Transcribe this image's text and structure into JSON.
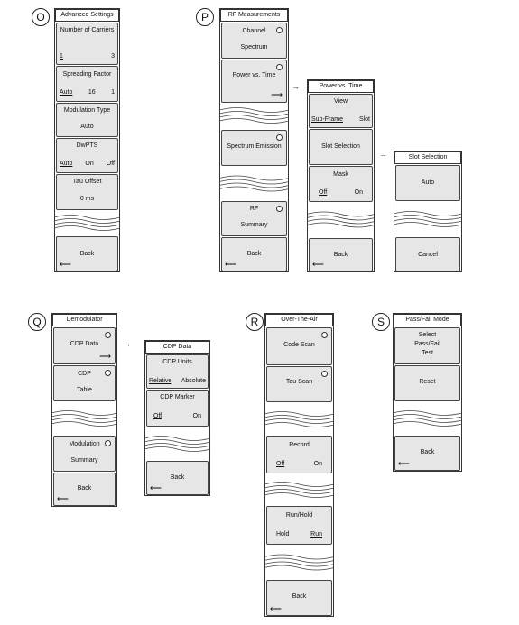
{
  "panels": {
    "O": {
      "label": "O",
      "title": "Advanced Settings",
      "carriers": {
        "label": "Number of Carriers",
        "opt1": "1",
        "opt2": "3"
      },
      "spreading": {
        "label": "Spreading Factor",
        "opt1": "Auto",
        "opt2": "16",
        "opt3": "1"
      },
      "modulation": {
        "label": "Modulation Type",
        "value": "Auto"
      },
      "dwpts": {
        "label": "DwPTS",
        "opt1": "Auto",
        "opt2": "On",
        "opt3": "Off"
      },
      "tau": {
        "label": "Tau Offset",
        "value": "0 ms"
      },
      "back": "Back"
    },
    "P": {
      "label": "P",
      "title": "RF Measurements",
      "channel": {
        "line1": "Channel",
        "line2": "Spectrum"
      },
      "pvt": "Power vs. Time",
      "emission": "Spectrum Emission",
      "rf": {
        "line1": "RF",
        "line2": "Summary"
      },
      "back": "Back"
    },
    "PVT": {
      "title": "Power vs. Time",
      "view": {
        "label": "View",
        "opt1": "Sub-Frame",
        "opt2": "Slot"
      },
      "slotsel": "Slot Selection",
      "mask": {
        "label": "Mask",
        "opt1": "Off",
        "opt2": "On"
      },
      "back": "Back"
    },
    "SLOT": {
      "title": "Slot Selection",
      "auto": "Auto",
      "cancel": "Cancel"
    },
    "Q": {
      "label": "Q",
      "title": "Demodulator",
      "cdp": "CDP Data",
      "cdptable": {
        "line1": "CDP",
        "line2": "Table"
      },
      "modsum": {
        "line1": "Modulation",
        "line2": "Summary"
      },
      "back": "Back"
    },
    "CDP": {
      "title": "CDP Data",
      "units": {
        "label": "CDP Units",
        "opt1": "Relative",
        "opt2": "Absolute"
      },
      "marker": {
        "label": "CDP Marker",
        "opt1": "Off",
        "opt2": "On"
      },
      "back": "Back"
    },
    "R": {
      "label": "R",
      "title": "Over-The-Air",
      "code": "Code Scan",
      "tau": "Tau Scan",
      "record": {
        "label": "Record",
        "opt1": "Off",
        "opt2": "On"
      },
      "runhold": {
        "label": "Run/Hold",
        "opt1": "Hold",
        "opt2": "Run"
      },
      "back": "Back"
    },
    "S": {
      "label": "S",
      "title": "Pass/Fail Mode",
      "select": {
        "line1": "Select",
        "line2": "Pass/Fail",
        "line3": "Test"
      },
      "reset": "Reset",
      "back": "Back"
    }
  },
  "icons": {
    "submenu": "right-arrow-icon",
    "back": "left-arrow-icon",
    "indicator": "led-circle-icon"
  }
}
